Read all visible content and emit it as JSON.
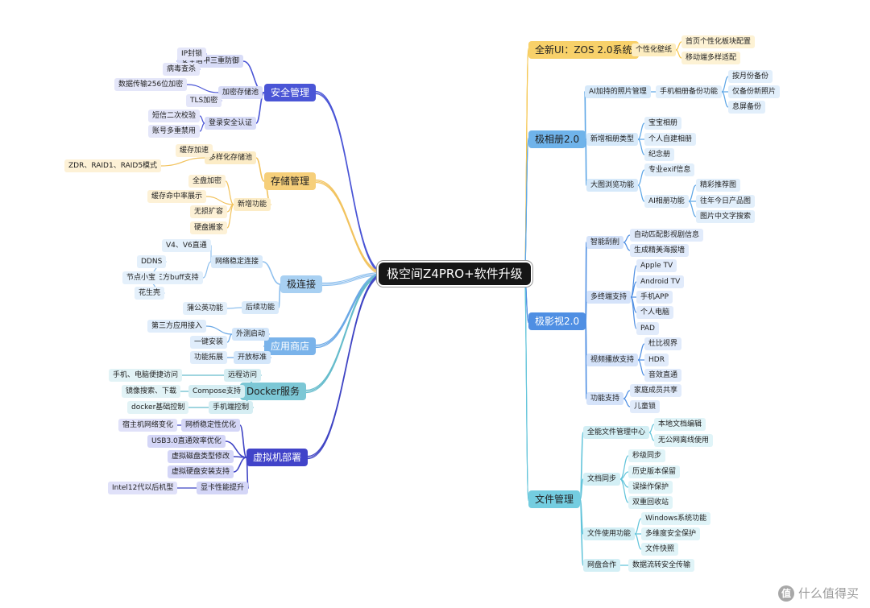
{
  "root": {
    "label": "极空间Z4PRO+软件升级"
  },
  "left": [
    {
      "id": "security",
      "label": "安全管理",
      "color": "#4a55d6",
      "children": [
        {
          "label": "安全盾甲三重防御",
          "children": [
            "IP封锁",
            "病毒查杀"
          ]
        },
        {
          "label": "加密存储池",
          "children": [
            "数据传输256位加密",
            "TLS加密"
          ]
        },
        {
          "label": "登录安全认证",
          "children": [
            "短信二次校验",
            "账号多重禁用"
          ]
        }
      ]
    },
    {
      "id": "storage",
      "label": "存储管理",
      "color": "#f2c35e",
      "children": [
        {
          "label": "多样化存储池",
          "children": [
            "缓存加速",
            "ZDR、RAID1、RAID5模式"
          ]
        },
        {
          "label": "新增功能",
          "children": [
            "全盘加密",
            "缓存命中率展示",
            "无损扩容",
            "硬盘搬家"
          ]
        }
      ]
    },
    {
      "id": "connect",
      "label": "极连接",
      "color": "#8fc0ee",
      "children": [
        {
          "label": "网络稳定连接",
          "children": [
            "V4、V6直通",
            {
              "label": "第三方buff支持",
              "children": [
                "DDNS",
                "节点小宝",
                "花生壳"
              ]
            }
          ]
        },
        {
          "label": "后续功能",
          "children": [
            "蒲公英功能"
          ]
        }
      ]
    },
    {
      "id": "appstore",
      "label": "应用商店",
      "color": "#6aa8e6",
      "children": [
        {
          "label": "外测启动",
          "children": [
            "第三方应用接入",
            "一键安装"
          ]
        },
        {
          "label": "开放标准",
          "children": [
            "功能拓展"
          ]
        }
      ]
    },
    {
      "id": "docker",
      "label": "Docker服务",
      "color": "#66bccc",
      "children": [
        {
          "label": "远程访问",
          "children": [
            "手机、电脑便捷访问"
          ]
        },
        {
          "label": "Compose支持",
          "children": [
            "镜像搜索、下载"
          ]
        },
        {
          "label": "手机端控制",
          "children": [
            "docker基础控制"
          ]
        }
      ]
    },
    {
      "id": "vm",
      "label": "虚拟机部署",
      "color": "#3f44c4",
      "children": [
        {
          "label": "网桥稳定性优化",
          "children": [
            "宿主机网络变化"
          ]
        },
        {
          "label": "USB3.0直通效率优化",
          "children": []
        },
        {
          "label": "虚拟磁盘类型修改",
          "children": []
        },
        {
          "label": "虚拟硬盘安装支持",
          "children": []
        },
        {
          "label": "显卡性能提升",
          "children": [
            "Intel12代以后机型"
          ]
        }
      ]
    }
  ],
  "right": [
    {
      "id": "ui",
      "label": "全新UI：ZOS 2.0系统",
      "color": "#f5c64f",
      "children": [
        {
          "label": "个性化壁纸",
          "children": [
            "首页个性化板块配置",
            "移动端多样适配"
          ]
        }
      ]
    },
    {
      "id": "album",
      "label": "极相册2.0",
      "color": "#5da6e6",
      "children": [
        {
          "label": "AI加持的照片管理",
          "children": [
            {
              "label": "手机相册备份功能",
              "children": [
                "按月份备份",
                "仅备份新照片",
                "息屏备份"
              ]
            }
          ]
        },
        {
          "label": "新增相册类型",
          "children": [
            "宝宝相册",
            "个人自建相册",
            "纪念册"
          ]
        },
        {
          "label": "大图浏览功能",
          "children": [
            "专业exif信息",
            {
              "label": "AI相册功能",
              "children": [
                "精彩推荐图",
                "往年今日产品图",
                "图片中文字搜索"
              ]
            }
          ]
        }
      ]
    },
    {
      "id": "video",
      "label": "极影视2.0",
      "color": "#4f8fe3",
      "children": [
        {
          "label": "智能刮削",
          "children": [
            "自动匹配影视剧信息",
            "生成精美海报墙"
          ]
        },
        {
          "label": "多终端支持",
          "children": [
            "Apple TV",
            "Android TV",
            "手机APP",
            "个人电脑",
            "PAD"
          ]
        },
        {
          "label": "视频播放支持",
          "children": [
            "杜比视界",
            "HDR",
            "音效直通"
          ]
        },
        {
          "label": "功能支持",
          "children": [
            "家庭成员共享",
            "儿童锁"
          ]
        }
      ]
    },
    {
      "id": "file",
      "label": "文件管理",
      "color": "#62c4da",
      "children": [
        {
          "label": "全能文件管理中心",
          "children": [
            "本地文档编辑",
            "无公网离线使用"
          ]
        },
        {
          "label": "文档同步",
          "children": [
            "秒级同步",
            "历史版本保留",
            "误操作保护",
            "双重回收站"
          ]
        },
        {
          "label": "文件使用功能",
          "children": [
            "Windows系统功能",
            "多维度安全保护",
            "文件快照"
          ]
        },
        {
          "label": "网盘合作",
          "children": [
            "数据流转安全传输"
          ]
        }
      ]
    }
  ],
  "watermark": {
    "icon": "值",
    "text": "什么值得买"
  }
}
